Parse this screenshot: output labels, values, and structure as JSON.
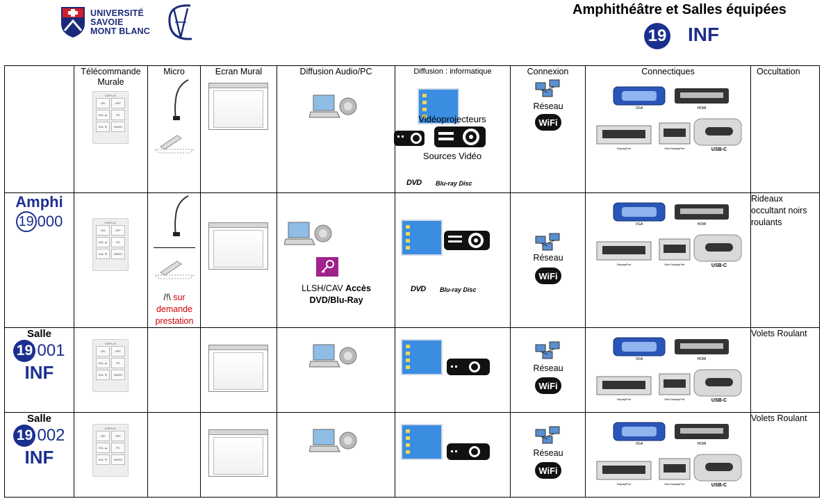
{
  "header": {
    "university_lines": [
      "UNIVERSITÉ",
      "SAVOIE",
      "MONT BLANC"
    ],
    "title": "Amphithéâtre et Salles équipées",
    "building_number": "19",
    "building_code": "INF"
  },
  "columns": [
    "",
    "Télécommande Murale",
    "Micro",
    "Ecran Mural",
    "Diffusion Audio/PC",
    "Diffusion : informatique",
    "Connexion",
    "Connectiques",
    "Occultation"
  ],
  "header_row": {
    "videoprojecteurs": "Vidéoprojecteurs",
    "sources_video": "Sources Vidéo",
    "reseau": "Réseau"
  },
  "rows": [
    {
      "label_title": "Amphi",
      "label_num": "19",
      "label_suffix": "000",
      "micro_note_1": "/!\\",
      "micro_note_2": "sur",
      "micro_note_3": "demande",
      "micro_note_4": "prestation",
      "audio_note_1": "LLSH/CAV",
      "audio_note_2": "Accès",
      "audio_note_3": "DVD/Blu-Ray",
      "reseau": "Réseau",
      "occultation": "Rideaux occultant noirs roulants"
    },
    {
      "label_title": "Salle",
      "label_num": "19",
      "label_suffix": "001",
      "label_code": "INF",
      "reseau": "Réseau",
      "occultation": "Volets Roulant"
    },
    {
      "label_title": "Salle",
      "label_num": "19",
      "label_suffix": "002",
      "label_code": "INF",
      "reseau": "Réseau",
      "occultation": "Volets Roulant"
    }
  ],
  "remote": {
    "title": "DISPLAY",
    "keys": [
      "ON",
      "OFF",
      "VOL ▲",
      "PC",
      "VOL ▼",
      "VIDEO"
    ]
  },
  "connectors": {
    "vga": "VGA",
    "hdmi": "HDMI",
    "displayport": "DisplayPort",
    "mini_displayport": "Mini DisplayPort",
    "usbc": "USB-C"
  },
  "media": {
    "dvd": "DVD",
    "bluray": "Blu-ray Disc",
    "wifi": "WiFi"
  },
  "colors": {
    "brand_blue": "#1b2f8f",
    "warning_red": "#d00000"
  }
}
